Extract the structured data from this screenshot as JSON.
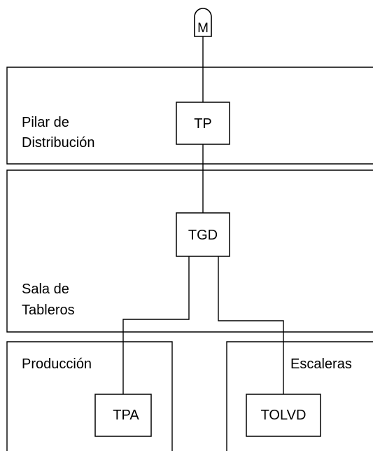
{
  "meter": {
    "symbol": "M"
  },
  "zones": {
    "pilar": {
      "line1": "Pilar de",
      "line2": "Distribución"
    },
    "sala": {
      "line1": "Sala de",
      "line2": "Tableros"
    },
    "produccion": {
      "label": "Producción"
    },
    "escaleras": {
      "label": "Escaleras"
    }
  },
  "panels": {
    "tp": "TP",
    "tgd": "TGD",
    "tpa": "TPA",
    "tolvd": "TOLVD"
  }
}
